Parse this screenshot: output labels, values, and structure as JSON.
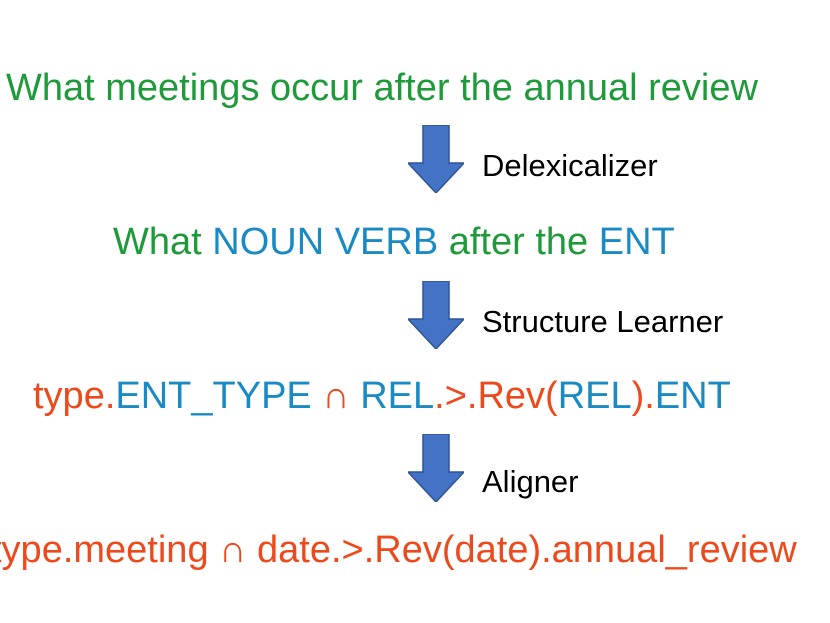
{
  "colors": {
    "natural_language": "#1f9a3a",
    "placeholder": "#1a8ac4",
    "logical_form": "#ec4a1c",
    "arrow_fill": "#4472c4",
    "arrow_stroke": "#2f5597"
  },
  "lines": {
    "question": "What meetings occur after the annual review",
    "delexicalized": {
      "part1": "What ",
      "part2": "NOUN VERB",
      "part3": " after the ",
      "part4": "ENT"
    },
    "template": {
      "part1": "type.",
      "part2": "ENT_TYPE",
      "part3": " ∩ ",
      "part4": "REL",
      "part5": ".>.Rev(",
      "part6": "REL",
      "part7": ").",
      "part8": "ENT"
    },
    "logical_form": "type.meeting ∩ date.>.Rev(date).annual_review"
  },
  "steps": {
    "step1": "Delexicalizer",
    "step2": "Structure Learner",
    "step3": "Aligner"
  },
  "icons": {
    "arrow": "down-arrow-icon"
  }
}
